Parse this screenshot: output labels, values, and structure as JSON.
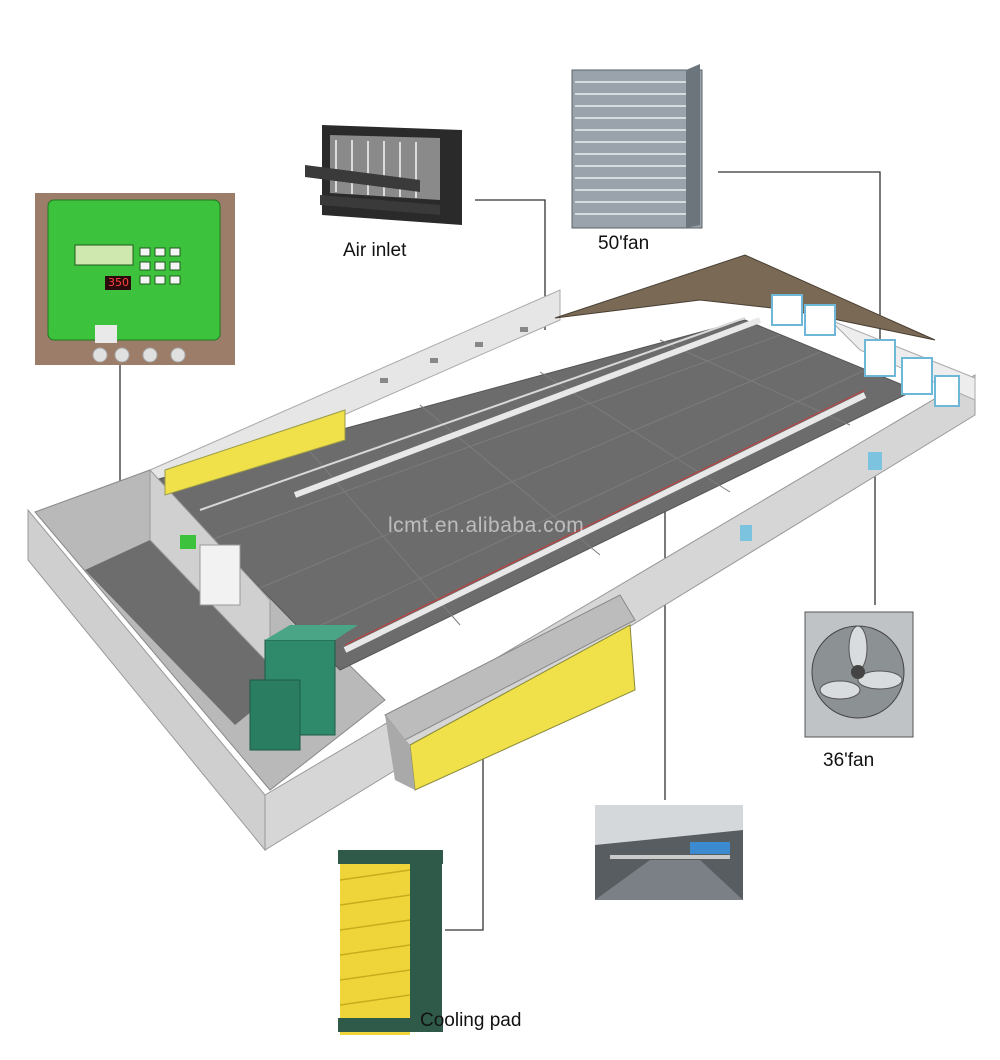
{
  "labels": {
    "air_inlet": "Air inlet",
    "fan_50": "50'fan",
    "fan_36": "36'fan",
    "cooling_pad": "Cooling pad"
  },
  "controller": {
    "display": "350"
  },
  "watermark": "lcmt.en.alibaba.com",
  "colors": {
    "floor": "#6e6e6e",
    "wall": "#d9d9d9",
    "pad_yellow": "#f0e04a",
    "controller_green": "#3cc23c",
    "roof": "#6a5a48"
  }
}
